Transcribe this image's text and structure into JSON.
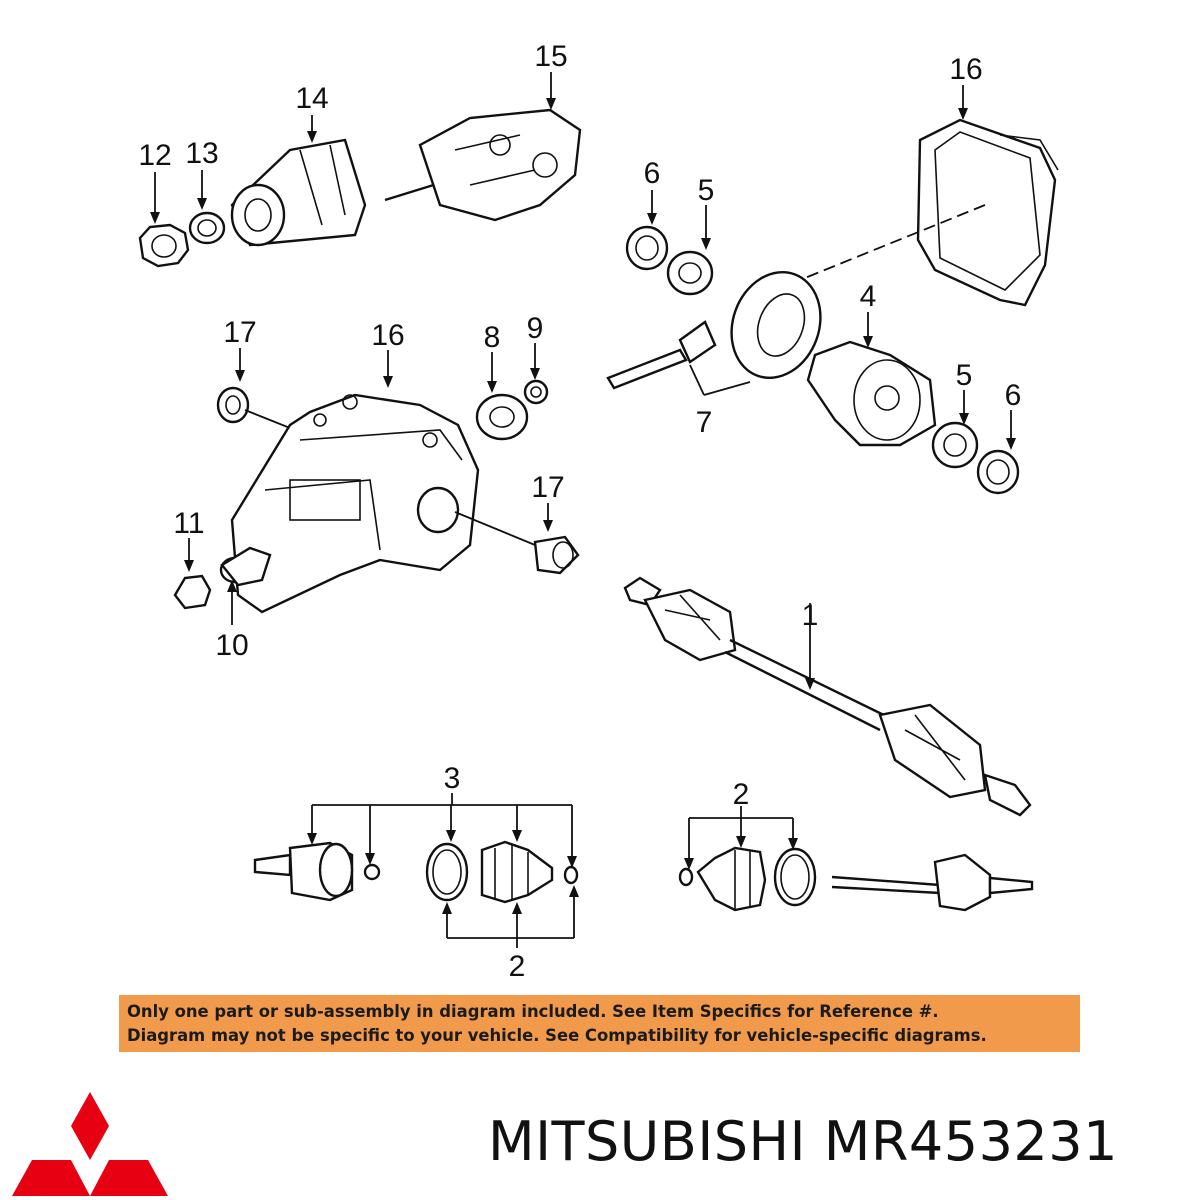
{
  "callouts": {
    "c1": "1",
    "c2a": "2",
    "c2b": "2",
    "c3": "3",
    "c4": "4",
    "c5a": "5",
    "c5b": "5",
    "c6a": "6",
    "c6b": "6",
    "c7": "7",
    "c8": "8",
    "c9": "9",
    "c10": "10",
    "c11": "11",
    "c12": "12",
    "c13": "13",
    "c14": "14",
    "c15": "15",
    "c16a": "16",
    "c16b": "16",
    "c17a": "17",
    "c17b": "17"
  },
  "disclaimer": {
    "line1": "Only one part or sub-assembly in diagram included. See Item Specifics for Reference #.",
    "line2": "Diagram may not be specific to your vehicle. See Compatibility for vehicle-specific diagrams."
  },
  "footer": {
    "brand_text": "MITSUBISHI MR453231",
    "logo": "mitsubishi-three-diamond-logo",
    "logo_color": "#e60012"
  },
  "colors": {
    "banner": "#f29a4b",
    "line": "#111111"
  }
}
